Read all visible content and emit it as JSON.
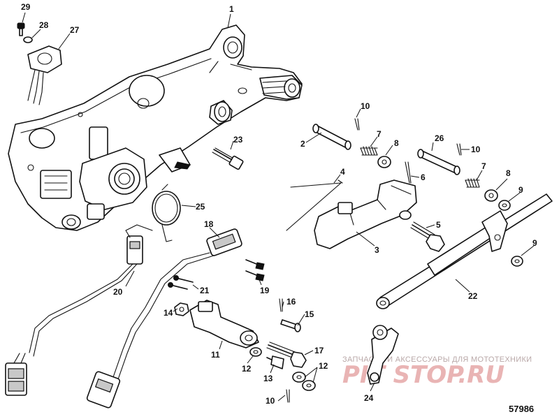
{
  "figure_number": "57986",
  "watermark": {
    "tagline": "ЗАПЧАСТИ И АКСЕССУАРЫ ДЛЯ МОТОТЕХНИКИ",
    "logo_text": "PIT STOP.RU"
  },
  "callouts": {
    "c1": "1",
    "c2": "2",
    "c3": "3",
    "c4": "4",
    "c5": "5",
    "c6": "6",
    "c7a": "7",
    "c7b": "7",
    "c8a": "8",
    "c8b": "8",
    "c9a": "9",
    "c9b": "9",
    "c10a": "10",
    "c10b": "10",
    "c10c": "10",
    "c11": "11",
    "c12a": "12",
    "c12b": "12",
    "c13": "13",
    "c14": "14",
    "c15": "15",
    "c16": "16",
    "c17": "17",
    "c18": "18",
    "c19": "19",
    "c20": "20",
    "c21": "21",
    "c22": "22",
    "c23": "23",
    "c24": "24",
    "c25": "25",
    "c26": "26",
    "c27": "27",
    "c28": "28",
    "c29": "29"
  }
}
